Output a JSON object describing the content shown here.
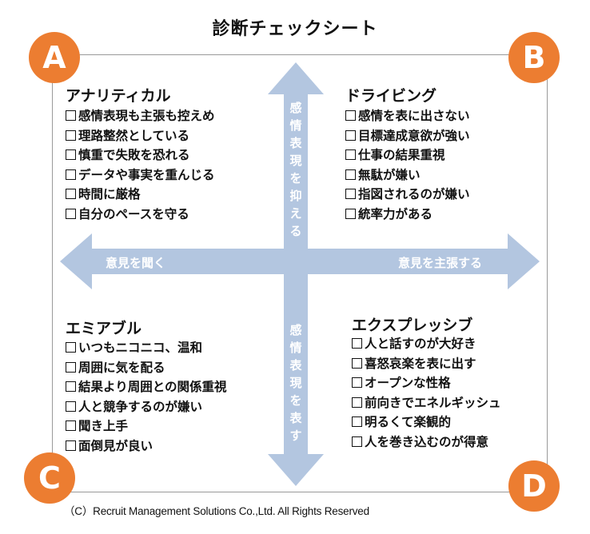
{
  "title": "診断チェックシート",
  "axes": {
    "top": "感情表現を抑える",
    "bottom": "感情表現を表す",
    "left": "意見を聞く",
    "right": "意見を主張する"
  },
  "quadrants": {
    "A": {
      "letter": "A",
      "heading": "アナリティカル",
      "items": [
        "感情表現も主張も控えめ",
        "理路整然としている",
        "慎重で失敗を恐れる",
        "データや事実を重んじる",
        "時間に厳格",
        "自分のペースを守る"
      ]
    },
    "B": {
      "letter": "B",
      "heading": "ドライビング",
      "items": [
        "感情を表に出さない",
        "目標達成意欲が強い",
        "仕事の結果重視",
        "無駄が嫌い",
        "指図されるのが嫌い",
        "統率力がある"
      ]
    },
    "C": {
      "letter": "C",
      "heading": "エミアブル",
      "items": [
        "いつもニコニコ、温和",
        "周囲に気を配る",
        "結果より周囲との関係重視",
        "人と競争するのが嫌い",
        "聞き上手",
        "面倒見が良い"
      ]
    },
    "D": {
      "letter": "D",
      "heading": "エクスプレッシブ",
      "items": [
        "人と話すのが大好き",
        "喜怒哀楽を表に出す",
        "オープンな性格",
        "前向きでエネルギッシュ",
        "明るくて楽観的",
        "人を巻き込むのが得意"
      ]
    }
  },
  "copyright": "（C）Recruit Management Solutions Co.,Ltd. All Rights Reserved",
  "colors": {
    "circle": "#ec7d31",
    "arrow": "#b3c6e0",
    "frame": "#9a9a9a"
  }
}
